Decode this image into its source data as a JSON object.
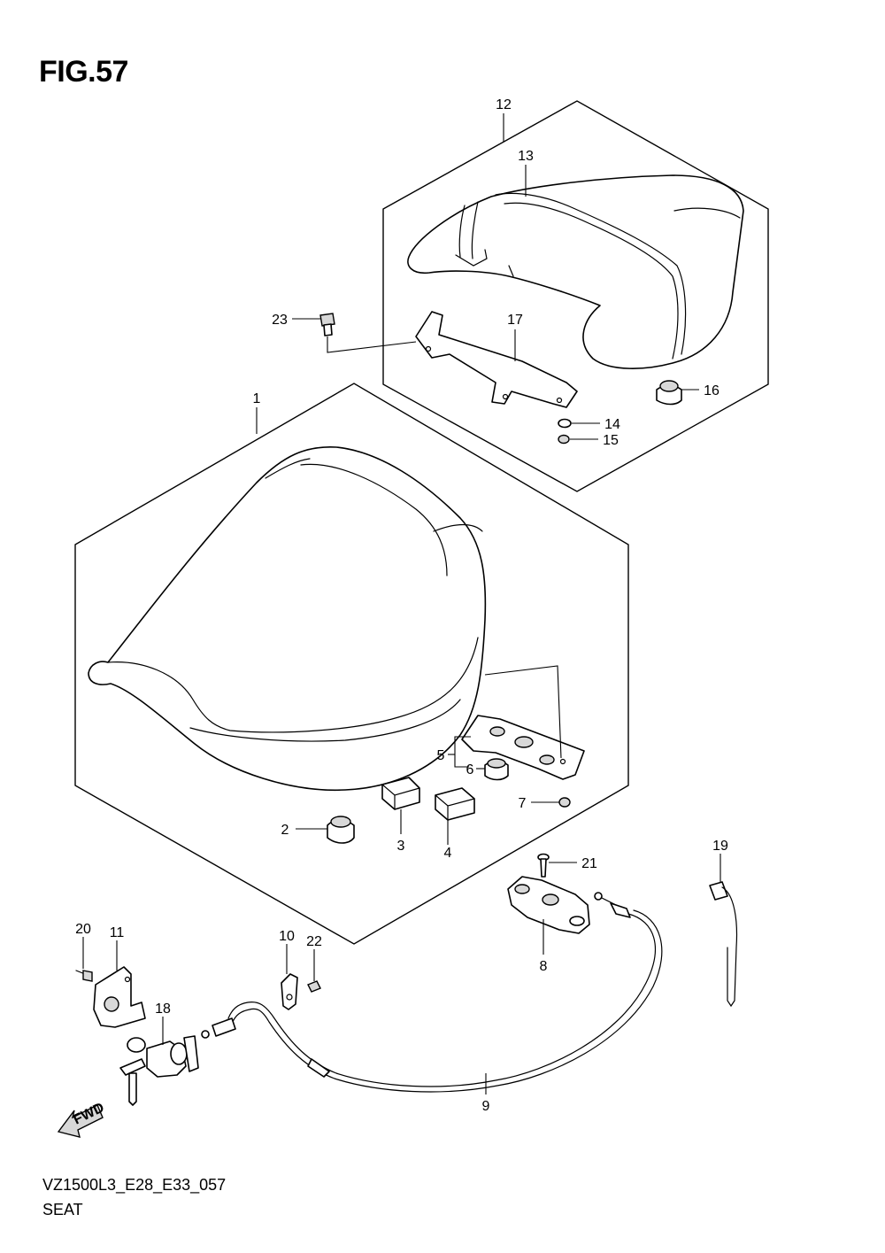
{
  "figure": {
    "title": "FIG.57"
  },
  "footer": {
    "code": "VZ1500L3_E28_E33_057",
    "name": "SEAT"
  },
  "direction_arrow": {
    "label": "FWD",
    "icon": "fwd-arrow-icon"
  },
  "callouts": {
    "p1": "1",
    "p2": "2",
    "p3": "3",
    "p4": "4",
    "p5": "5",
    "p6": "6",
    "p7": "7",
    "p8": "8",
    "p9": "9",
    "p10": "10",
    "p11": "11",
    "p12": "12",
    "p13": "13",
    "p14": "14",
    "p15": "15",
    "p16": "16",
    "p17": "17",
    "p18": "18",
    "p19": "19",
    "p20": "20",
    "p21": "21",
    "p22": "22",
    "p23": "23"
  }
}
